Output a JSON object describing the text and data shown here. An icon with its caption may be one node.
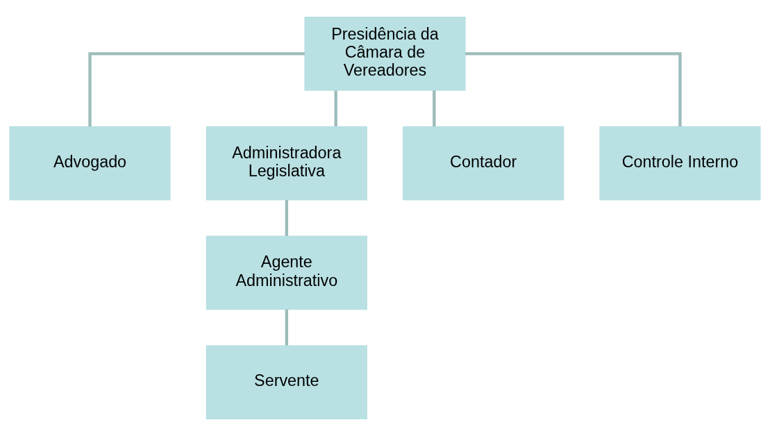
{
  "diagram": {
    "nodes": [
      {
        "text": [
          "Presidência da Câmara de Vereadores"
        ]
      },
      {
        "text": [
          "Advogado"
        ]
      },
      {
        "text": [
          "Administradora Legislativa"
        ]
      },
      {
        "text": [
          "Contador"
        ]
      },
      {
        "text": [
          "Controle Interno"
        ]
      },
      {
        "text": [
          "Agente Administrativo"
        ]
      },
      {
        "text": [
          "Servente"
        ]
      }
    ],
    "edges": [
      {
        "from": 0,
        "to": 1,
        "arrow": "none"
      },
      {
        "from": 0,
        "to": 2,
        "arrow": "none"
      },
      {
        "from": 0,
        "to": 3,
        "arrow": "none"
      },
      {
        "from": 0,
        "to": 4,
        "arrow": "none"
      },
      {
        "from": 2,
        "to": 5,
        "arrow": "none"
      },
      {
        "from": 5,
        "to": 6,
        "arrow": "none"
      }
    ]
  }
}
